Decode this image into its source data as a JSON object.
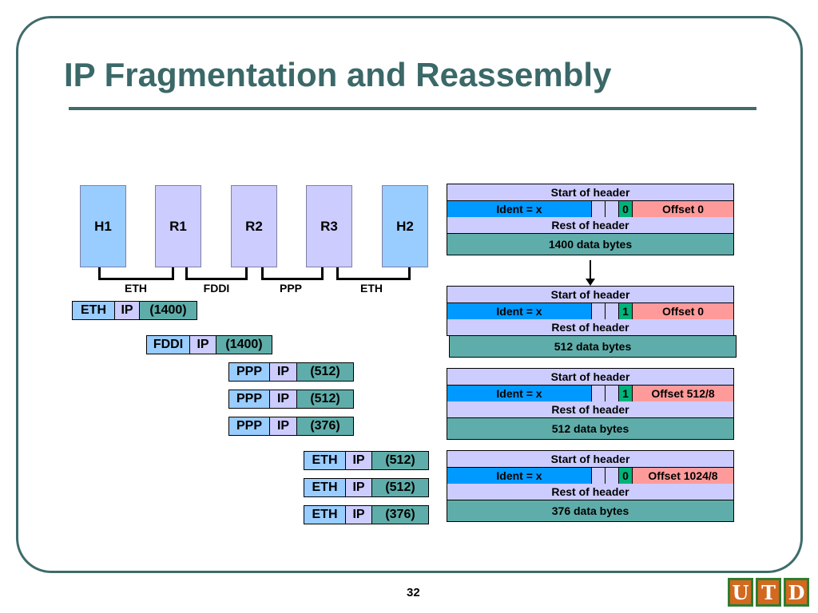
{
  "title": "IP Fragmentation and Reassembly",
  "page_number": "32",
  "logo_letters": [
    "U",
    "T",
    "D"
  ],
  "nodes": [
    {
      "label": "H1",
      "kind": "host"
    },
    {
      "label": "R1",
      "kind": "router"
    },
    {
      "label": "R2",
      "kind": "router"
    },
    {
      "label": "R3",
      "kind": "router"
    },
    {
      "label": "H2",
      "kind": "host"
    }
  ],
  "links": [
    "ETH",
    "FDDI",
    "PPP",
    "ETH"
  ],
  "packets": [
    {
      "link": "ETH",
      "ip": "IP",
      "data": "(1400)"
    },
    {
      "link": "FDDI",
      "ip": "IP",
      "data": "(1400)"
    },
    {
      "link": "PPP",
      "ip": "IP",
      "data": "(512)"
    },
    {
      "link": "PPP",
      "ip": "IP",
      "data": "(512)"
    },
    {
      "link": "PPP",
      "ip": "IP",
      "data": "(376)"
    },
    {
      "link": "ETH",
      "ip": "IP",
      "data": "(512)"
    },
    {
      "link": "ETH",
      "ip": "IP",
      "data": "(512)"
    },
    {
      "link": "ETH",
      "ip": "IP",
      "data": "(376)"
    }
  ],
  "fragments": [
    {
      "start": "Start of header",
      "ident": "Ident = x",
      "flag": "0",
      "offset": "Offset 0",
      "rest": "Rest of header",
      "data": "1400 data bytes"
    },
    {
      "start": "Start of header",
      "ident": "Ident = x",
      "flag": "1",
      "offset": "Offset 0",
      "rest": "Rest of header",
      "data": "512 data bytes"
    },
    {
      "start": "Start of header",
      "ident": "Ident = x",
      "flag": "1",
      "offset": "Offset 512/8",
      "rest": "Rest of header",
      "data": "512 data bytes"
    },
    {
      "start": "Start of header",
      "ident": "Ident = x",
      "flag": "0",
      "offset": "Offset 1024/8",
      "rest": "Rest of header",
      "data": "376 data bytes"
    }
  ],
  "colors": {
    "title": "#3b6868",
    "host": "#99ccff",
    "router": "#ccccff",
    "data": "#5fadaa",
    "ident": "#0099ff",
    "flag": "#00b37a",
    "offset": "#ff9a9a"
  }
}
